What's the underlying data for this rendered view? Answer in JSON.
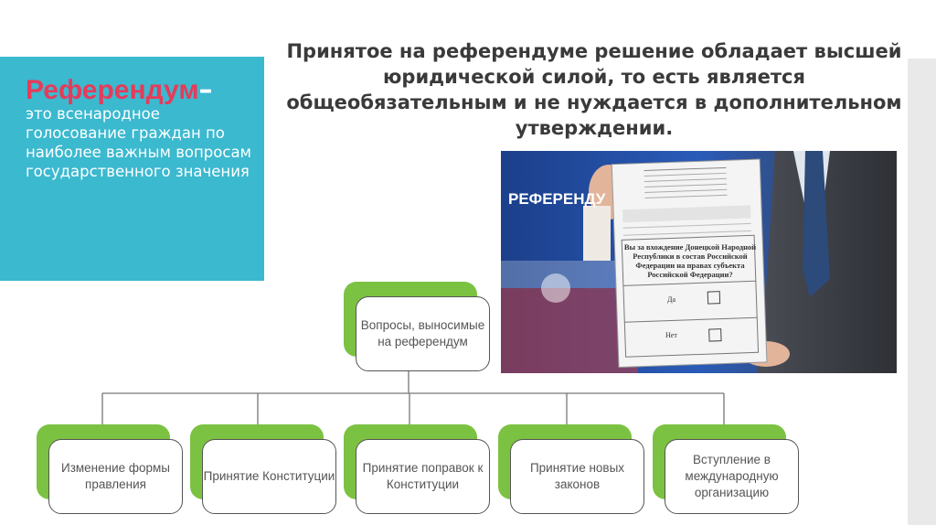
{
  "definition": {
    "term": "Референдум",
    "dash": "–",
    "text": "это всенародное голосование граждан по наиболее важным вопросам государственного значения"
  },
  "heading": "Принятое на референдуме решение обладает высшей юридической силой, то есть является общеобязательным и не нуждается в дополнительном утверждении.",
  "photo": {
    "banner_text": "РЕФЕРЕНДУ",
    "ballot_question": "Вы за вхождение Донецкой Народной Республики в состав Российской Федерации на правах субъекта Российской Федерации?",
    "ballot_yes": "Да",
    "ballot_no": "Нет"
  },
  "diagram": {
    "root": "Вопросы, выносимые на референдум",
    "children": [
      "Изменение формы правления",
      "Принятие Конституции",
      "Принятие поправок к Конституции",
      "Принятие новых законов",
      "Вступление в международную организацию"
    ],
    "node_color": "#7cc242"
  }
}
